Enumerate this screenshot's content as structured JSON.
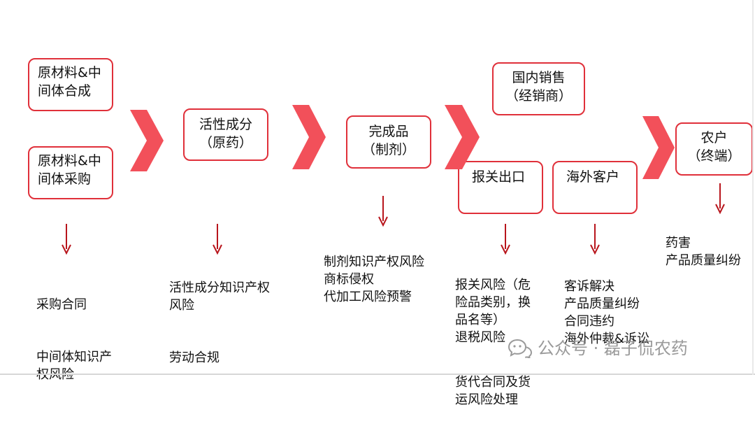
{
  "stages": {
    "raw_synthesis": "原材料&中\n间体合成",
    "raw_purchase": "原材料&中\n间体采购",
    "api": "活性成分\n（原药）",
    "finished": "完成品\n（制剂）",
    "domestic": "国内销售\n（经销商）",
    "customs": "报关出口",
    "overseas": "海外客户",
    "farmer": "农户\n（终端）"
  },
  "risks": {
    "purchase": [
      "采购合同",
      "中间体知识产\n权风险"
    ],
    "api": [
      "活性成分知识产权\n风险",
      "劳动合规"
    ],
    "finished": [
      "制剂知识产权风险\n商标侵权\n代加工风险预警"
    ],
    "customs": [
      "报关风险（危\n险品类别，换\n品名等）\n退税风险",
      "货代合同及货\n运风险处理"
    ],
    "overseas": [
      "客诉解决\n产品质量纠纷\n合同违约\n海外仲裁&诉讼"
    ],
    "farmer": [
      "药害\n产品质量纠纷"
    ]
  },
  "watermark": {
    "text": "公众号 · 磊子侃农药",
    "icon": "wechat-bubble-icon"
  },
  "colors": {
    "box_border": "#e0303a",
    "chevron": "#f2505a",
    "arrow": "#b8151c",
    "watermark": "#9a9a9a"
  }
}
